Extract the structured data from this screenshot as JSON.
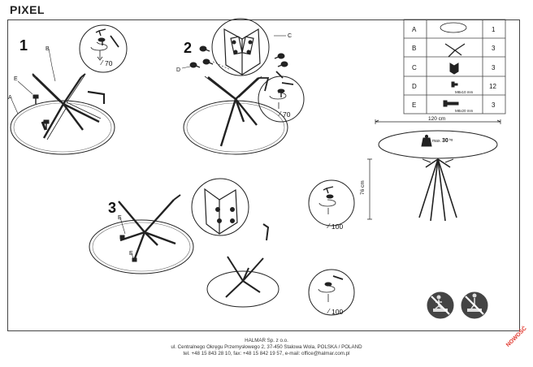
{
  "title": "PIXEL",
  "steps": [
    "1",
    "2",
    "3"
  ],
  "part_labels": {
    "a": "A",
    "b": "B",
    "c": "C",
    "d": "D",
    "e": "E"
  },
  "torque": "70",
  "torque_large": "100",
  "parts_table": [
    {
      "letter": "A",
      "icon": "tabletop-icon",
      "spec": "",
      "qty": "1"
    },
    {
      "letter": "B",
      "icon": "base-frame-icon",
      "spec": "",
      "qty": "3"
    },
    {
      "letter": "C",
      "icon": "bracket-icon",
      "spec": "",
      "qty": "3"
    },
    {
      "letter": "D",
      "icon": "screw-small-icon",
      "spec": "M8x10 mm",
      "qty": "12"
    },
    {
      "letter": "E",
      "icon": "screw-long-icon",
      "spec": "M8x20 mm",
      "qty": "3"
    }
  ],
  "dimensions": {
    "width": "120 cm",
    "height": "76 cm",
    "max_load_prefix": "max.",
    "max_load": "30",
    "max_load_unit": "kg"
  },
  "footer": {
    "company": "HALMAR Sp. z o.o.",
    "address": "ul. Centralnego Okręgu Przemysłowego 2, 37-450 Stalowa Wola, POLSKA / POLAND",
    "contact": "tel. +48 15 843 28 10, fax: +48 15 842 19 57, e-mail: office@halmar.com.pl"
  },
  "badge": "NOWOŚĆ"
}
